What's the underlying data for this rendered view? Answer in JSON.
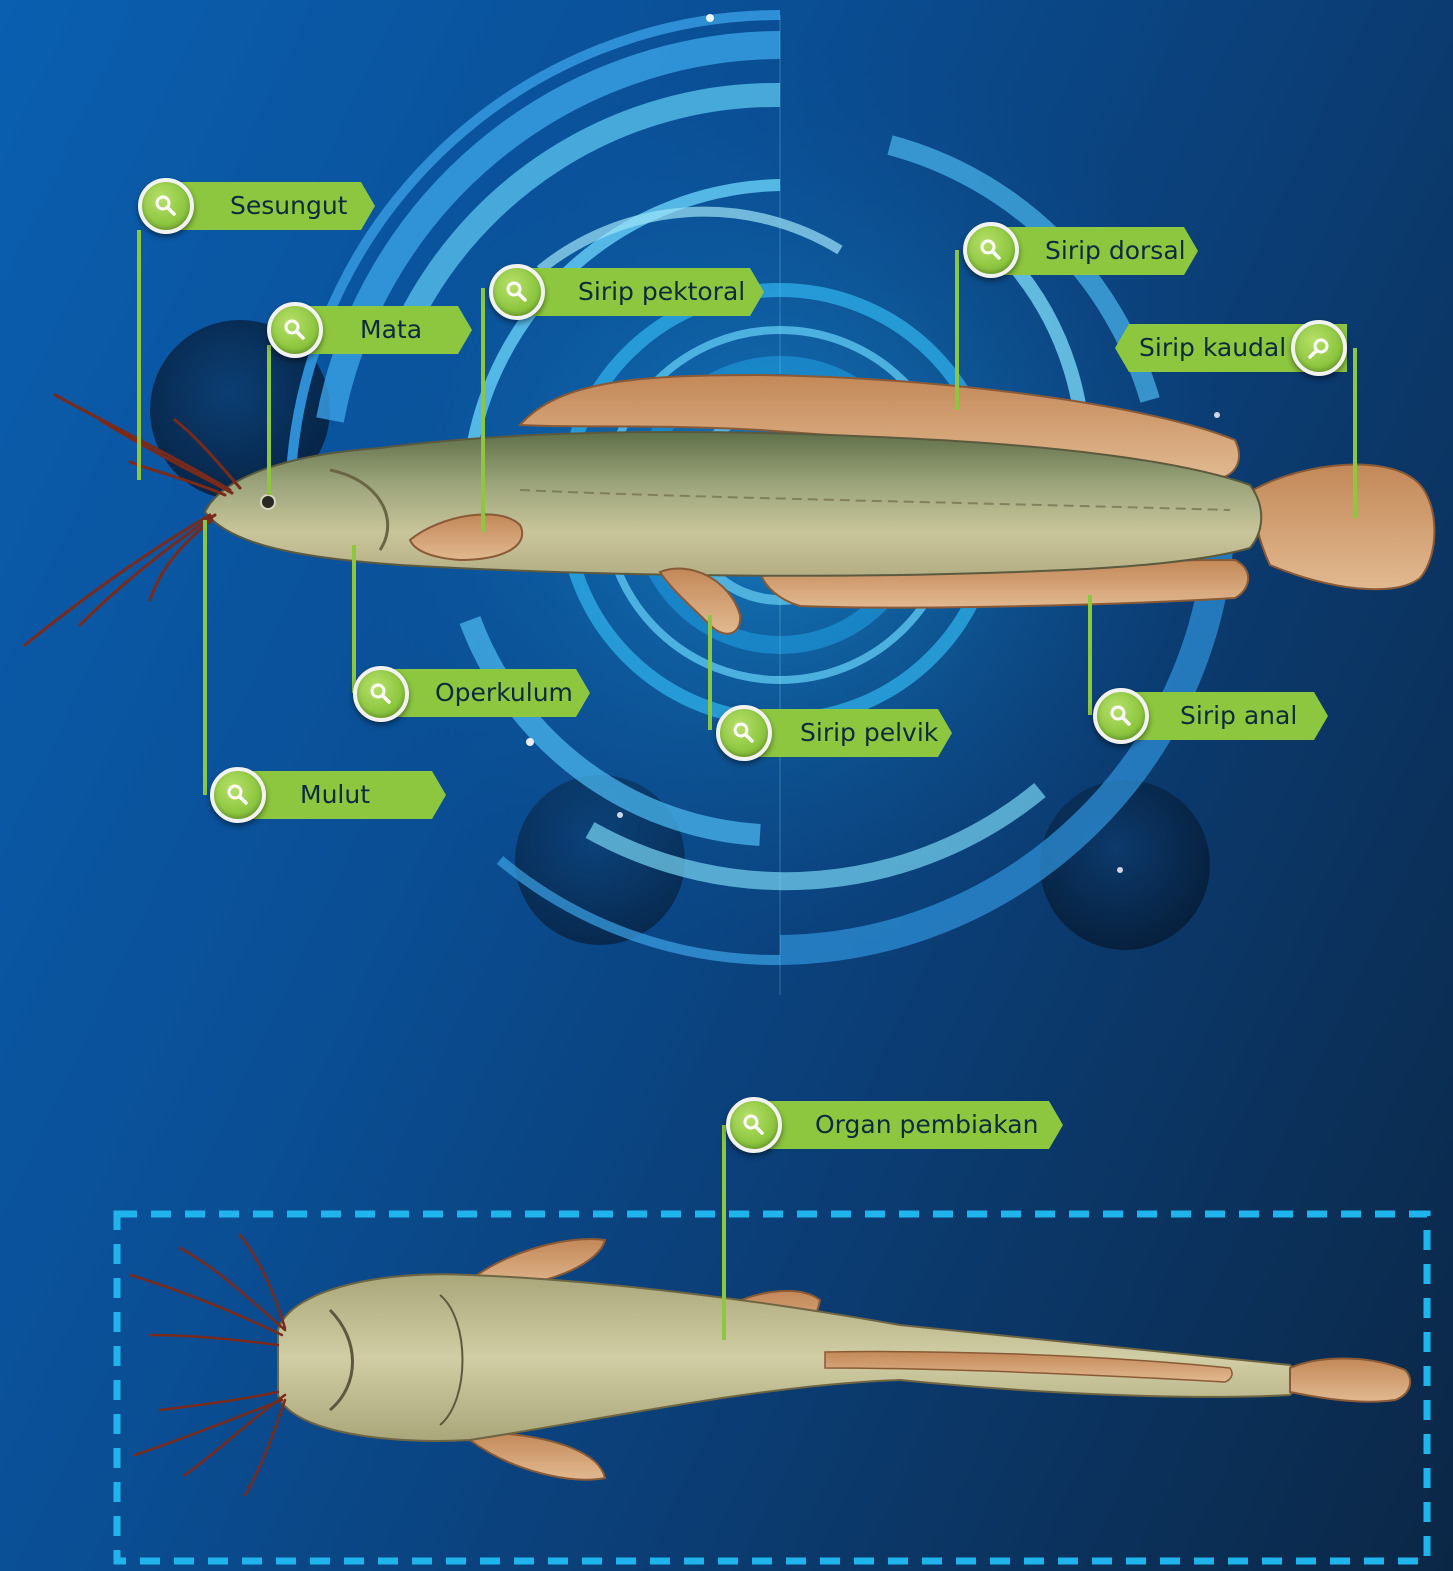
{
  "labels": {
    "sesungut": "Sesungut",
    "mata": "Mata",
    "sirip_pektoral": "Sirip pektoral",
    "sirip_dorsal": "Sirip dorsal",
    "sirip_kaudal": "Sirip kaudal",
    "operkulum": "Operkulum",
    "sirip_pelvik": "Sirip pelvik",
    "sirip_anal": "Sirip anal",
    "mulut": "Mulut",
    "organ_pembiakan": "Organ pembiakan"
  },
  "colors": {
    "label_green": "#8dc63f",
    "dashed_box": "#1fb5ec",
    "fish_body": "#b8b88a",
    "fin": "#d4a276"
  },
  "icons": {
    "badge": "magnifier-icon"
  }
}
